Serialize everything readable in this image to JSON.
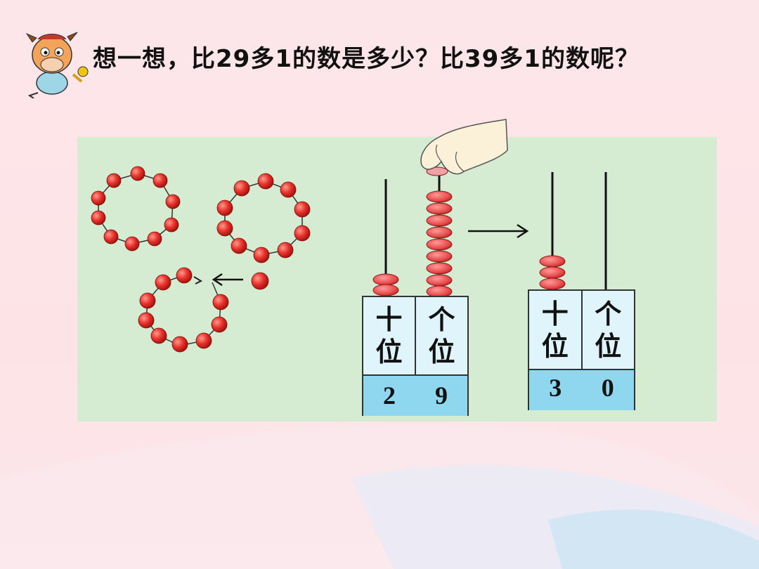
{
  "question": "想一想，比29多1的数是多少？比39多1的数呢？",
  "left_box": {
    "tens_label": [
      "十",
      "位"
    ],
    "ones_label": [
      "个",
      "位"
    ],
    "tens_digit": "2",
    "ones_digit": "9"
  },
  "right_box": {
    "tens_label": [
      "十",
      "位"
    ],
    "ones_label": [
      "个",
      "位"
    ],
    "tens_digit": "3",
    "ones_digit": "0"
  },
  "colors": {
    "bead_red": "#e8322d",
    "abacus_bead": "#e84a4a",
    "panel": "#d5ecd2",
    "digit_band": "#8fd6ef"
  },
  "icons": [
    "cow-mascot-icon",
    "hand-icon",
    "arrow-right-icon",
    "arrow-left-icon"
  ]
}
